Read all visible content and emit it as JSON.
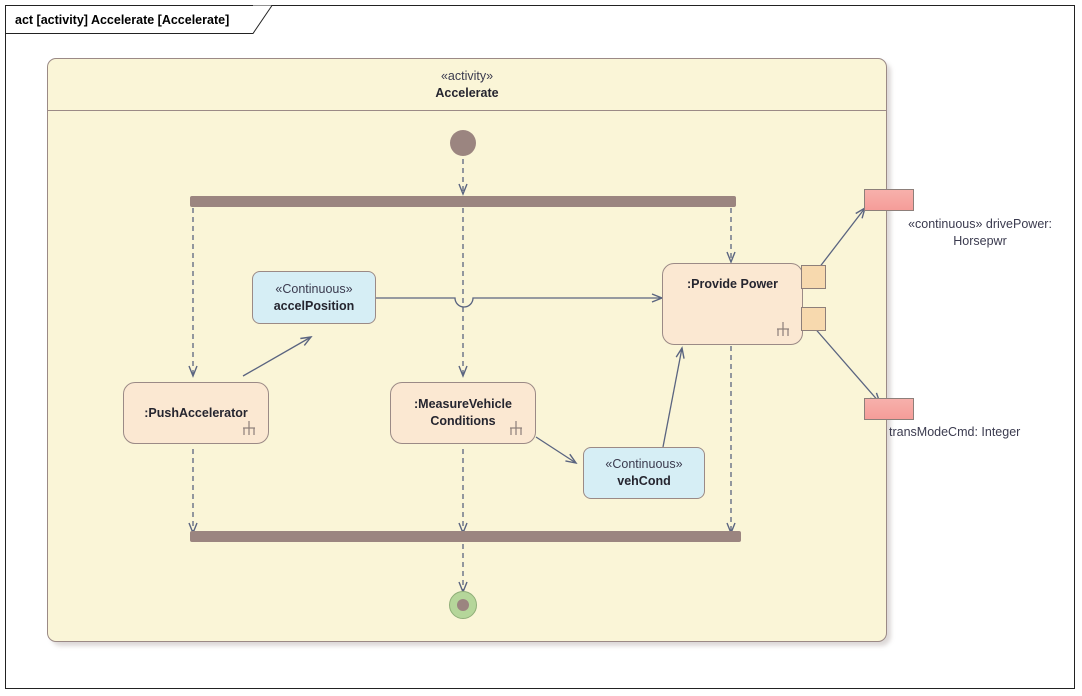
{
  "frame": {
    "tab_label": "act [activity] Accelerate [Accelerate]"
  },
  "activity": {
    "stereotype": "«activity»",
    "name": "Accelerate"
  },
  "nodes": {
    "push_accelerator": {
      "label": ":PushAccelerator",
      "icon": "rake-icon"
    },
    "measure_vehicle_conditions": {
      "label_line1": ":MeasureVehicle",
      "label_line2": "Conditions",
      "icon": "rake-icon"
    },
    "provide_power": {
      "label": ":Provide Power",
      "icon": "rake-icon"
    },
    "accel_position": {
      "stereotype": "«Continuous»",
      "name": "accelPosition"
    },
    "veh_cond": {
      "stereotype": "«Continuous»",
      "name": "vehCond"
    }
  },
  "parameters": {
    "drive_power": {
      "line1": "«continuous» drivePower:",
      "line2": "Horsepwr"
    },
    "trans_mode_cmd": {
      "line1": "transModeCmd: Integer"
    }
  },
  "colors": {
    "frame_border": "#222222",
    "activity_fill": "#faf5d7",
    "activity_border": "#9b8a86",
    "action_fill": "#fbe8d2",
    "object_fill": "#d6eef5",
    "param_fill": "#f59d99",
    "pin_fill": "#f7d9ae",
    "bar_fill": "#9b8580",
    "final_fill": "#b5d69a",
    "connector": "#5a6480"
  }
}
